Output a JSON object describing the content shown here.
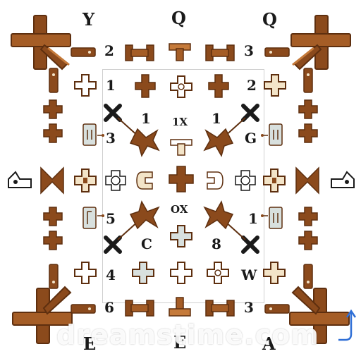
{
  "labels": {
    "top_left": "Y",
    "top_mid": "Q",
    "top_right": "Q",
    "row1_left_num": "2",
    "row1_right_num": "3",
    "row2_left_num": "1",
    "row2_right_num": "2",
    "row3_left": "1",
    "row3_mid": "1X",
    "row3_right": "1",
    "row4_left": "3",
    "row4_right": "G",
    "row6_left": "5",
    "row6_mid": "OX",
    "row6_right": "1",
    "row7_left": "C",
    "row7_right": "8",
    "row8_left": "4",
    "row8_right": "W",
    "row9_left": "6",
    "row9_right": "3",
    "bottom_left": "E",
    "bottom_mid": "E",
    "bottom_right": "A"
  },
  "watermark": "dreamstime.com",
  "footer_text": "",
  "colors": {
    "wood": "#8b4a1c",
    "wood_dark": "#5e2f0f",
    "wood_light": "#c57a3a",
    "tile_cream": "#f3e4c8",
    "tile_grey": "#d8e0de",
    "tile_white": "#ffffff",
    "x_mark": "#1a1a1a",
    "arrow": "#2f6fd6"
  },
  "icons": {
    "x_marker": "x-mark-icon",
    "wood_cross": "wood-cross-icon",
    "corner_arrow": "corner-arrow-icon"
  }
}
